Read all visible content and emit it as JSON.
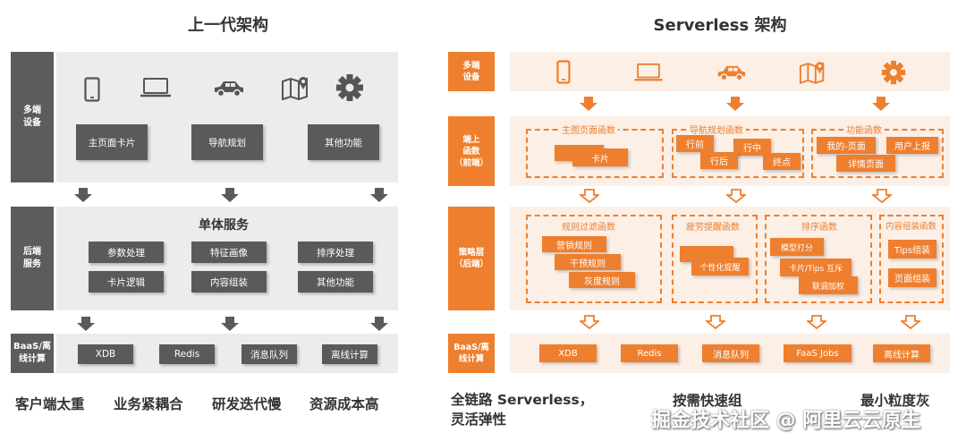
{
  "left": {
    "title": "上一代架构",
    "row_labels": {
      "devices": "多端\n设备",
      "backend": "后端\n服务",
      "baas": "BaaS/离\n线计算"
    },
    "device_icons": [
      "phone-icon",
      "laptop-icon",
      "car-icon",
      "map-icon",
      "gear-icon"
    ],
    "device_boxes": [
      "主页面卡片",
      "导航规划",
      "其他功能"
    ],
    "monolith_title": "单体服务",
    "backend_boxes": [
      "参数处理",
      "特征画像",
      "排序处理",
      "卡片逻辑",
      "内容组装",
      "其他功能"
    ],
    "baas_boxes": [
      "XDB",
      "Redis",
      "消息队列",
      "离线计算"
    ],
    "captions": [
      "客户端太重",
      "业务紧耦合",
      "研发迭代慢",
      "资源成本高"
    ]
  },
  "right": {
    "title": "Serverless 架构",
    "row_labels": {
      "devices": "多端\n设备",
      "frontend": "端上\n函数\n（前端）",
      "strategy": "策略层\n（后端）",
      "baas": "BaaS/离\n线计算"
    },
    "device_icons": [
      "phone-icon",
      "laptop-icon",
      "car-icon",
      "map-icon",
      "gear-icon"
    ],
    "frontend_groups": [
      {
        "title": "主图页面函数",
        "items": [
          "卡片"
        ]
      },
      {
        "title": "导航规划函数",
        "items": [
          "行前",
          "行中",
          "行后",
          "终点"
        ]
      },
      {
        "title": "功能函数",
        "items": [
          "我的-页面",
          "用户上报",
          "详情页面"
        ]
      }
    ],
    "strategy_groups": [
      {
        "title": "规则过滤函数",
        "items": [
          "营销规则",
          "干预规则",
          "灰度规则"
        ]
      },
      {
        "title": "疲劳提醒函数",
        "items": [
          "个性化提醒"
        ]
      },
      {
        "title": "排序函数",
        "items": [
          "模型打分",
          "卡片/Tips 互斥",
          "联调加权"
        ]
      },
      {
        "title": "内容组装函数",
        "items": [
          "Tips组装",
          "页面组装"
        ]
      }
    ],
    "baas_boxes": [
      "XDB",
      "Redis",
      "消息队列",
      "FaaS Jobs",
      "离线计算"
    ],
    "captions": [
      "全链路 Serverless，\n灵活弹性",
      "按需快速组",
      "最小粒度灰"
    ]
  },
  "watermark": "掘金技术社区 @ 阿里云云原生",
  "colors": {
    "accent": "#ee7f2e",
    "dark_gray": "#5a5a5a",
    "panel_gray": "#ececec",
    "panel_orange": "#fbefe6"
  }
}
